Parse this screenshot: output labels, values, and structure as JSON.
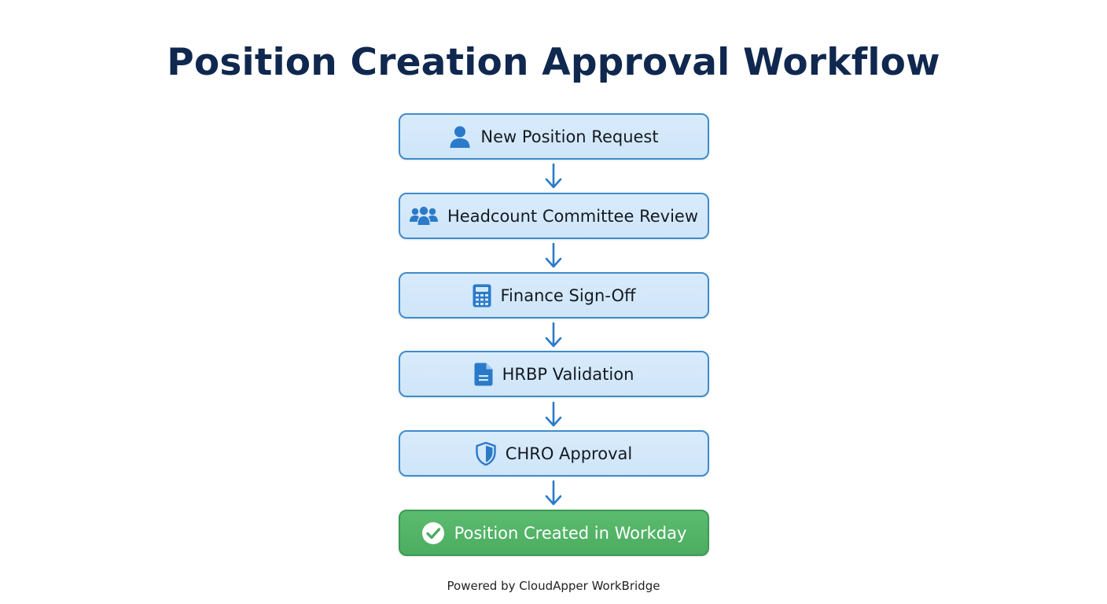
{
  "title": "Position Creation Approval Workflow",
  "steps": [
    {
      "label": "New Position Request",
      "icon": "user-icon"
    },
    {
      "label": "Headcount Committee Review",
      "icon": "users-icon"
    },
    {
      "label": "Finance Sign-Off",
      "icon": "calculator-icon"
    },
    {
      "label": "HRBP Validation",
      "icon": "document-icon"
    },
    {
      "label": "CHRO Approval",
      "icon": "shield-icon"
    },
    {
      "label": "Position Created in Workday",
      "icon": "check-circle-icon"
    }
  ],
  "footer": "Powered by CloudApper WorkBridge",
  "colors": {
    "title": "#10284f",
    "step_fill": "#d4e8fa",
    "step_border": "#3f8ccb",
    "icon_blue": "#2b7ac9",
    "final_fill": "#52b266",
    "final_border": "#3d9a54"
  }
}
